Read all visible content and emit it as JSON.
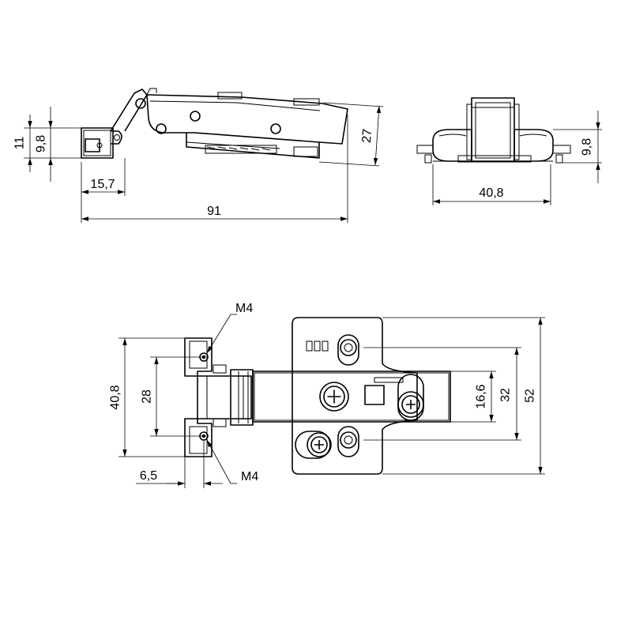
{
  "dimensions": {
    "side_view": {
      "height_outer": "11",
      "height_inner": "9,8",
      "mount_length": "15,7",
      "total_length": "91",
      "total_height": "27"
    },
    "end_view": {
      "width": "40,8",
      "height": "9,8"
    },
    "top_view": {
      "mount_plate_height": "40,8",
      "mount_hole_spacing": "28",
      "mount_offset": "6,5",
      "thread_top": "M4",
      "thread_bottom": "M4",
      "slot_span": "16,6",
      "hole_spacing": "32",
      "base_height": "52"
    }
  }
}
